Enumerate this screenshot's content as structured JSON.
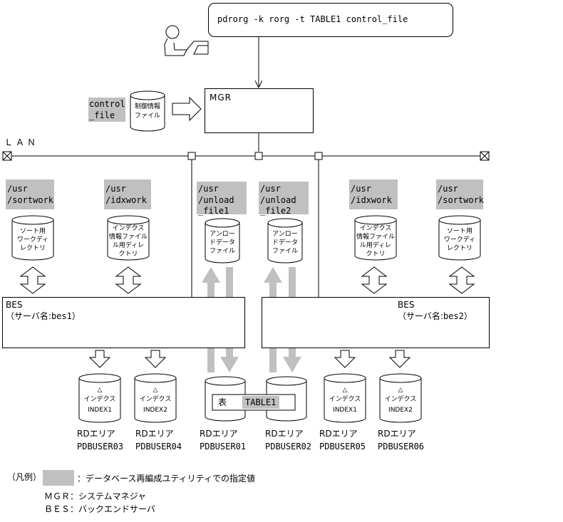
{
  "command": "pdrorg -k rorg -t TABLE1 control_file",
  "mgr_label": "MGR",
  "lan_label": "ＬＡＮ",
  "control_file": {
    "arg_line1": "control",
    "arg_line2": "_file",
    "cylinder_line1": "制御情報",
    "cylinder_line2": "ファイル"
  },
  "dirs": [
    {
      "arg1": "/usr",
      "arg2": "/sortwork",
      "cyl": [
        "ソート用",
        "ワークディ",
        "レクトリ"
      ]
    },
    {
      "arg1": "/usr",
      "arg2": "/idxwork",
      "cyl": [
        "インデクス",
        "情報ファイル",
        "ル用ディレ",
        "クトリ"
      ]
    },
    {
      "arg1": "/usr",
      "arg2": "/unload",
      "arg3": "_file1",
      "cyl": [
        "アンロー",
        "ドデータ",
        "ファイル"
      ]
    },
    {
      "arg1": "/usr",
      "arg2": "/unload",
      "arg3": "_file2",
      "cyl": [
        "アンロー",
        "ドデータ",
        "ファイル"
      ]
    },
    {
      "arg1": "/usr",
      "arg2": "/idxwork",
      "cyl": [
        "インデクス",
        "情報ファイル",
        "ル用ディレ",
        "クトリ"
      ]
    },
    {
      "arg1": "/usr",
      "arg2": "/sortwork",
      "cyl": [
        "ソート用",
        "ワークディ",
        "レクトリ"
      ]
    }
  ],
  "bes": [
    {
      "title": "BES",
      "server_prefix": "（サーバ名:",
      "server_name": "bes1",
      "server_suffix": "）"
    },
    {
      "title": "BES",
      "server_prefix": "（サーバ名:",
      "server_name": "bes2",
      "server_suffix": "）"
    }
  ],
  "index_cyl": [
    {
      "mark": "△",
      "label": "インデクス",
      "name": "INDEX1"
    },
    {
      "mark": "△",
      "label": "インデクス",
      "name": "INDEX2"
    },
    {
      "mark": "△",
      "label": "インデクス",
      "name": "INDEX1"
    },
    {
      "mark": "△",
      "label": "インデクス",
      "name": "INDEX2"
    }
  ],
  "table_label": "表",
  "table_name": "TABLE1",
  "rd_areas": [
    {
      "line1": "RDエリア",
      "line2": "PDBUSER03"
    },
    {
      "line1": "RDエリア",
      "line2": "PDBUSER04"
    },
    {
      "line1": "RDエリア",
      "line2": "PDBUSER01"
    },
    {
      "line1": "RDエリア",
      "line2": "PDBUSER02"
    },
    {
      "line1": "RDエリア",
      "line2": "PDBUSER05"
    },
    {
      "line1": "RDエリア",
      "line2": "PDBUSER06"
    }
  ],
  "legend": {
    "title": "（凡例）",
    "gray_desc": "：データベース再編成ユティリティでの指定値",
    "mgr_def": "ＭＧＲ：システムマネジャ",
    "bes_def": "ＢＥＳ：バックエンドサーバ"
  },
  "colors": {
    "highlight": "#c0c0c0",
    "arrow_gray": "#c0c0c0"
  }
}
